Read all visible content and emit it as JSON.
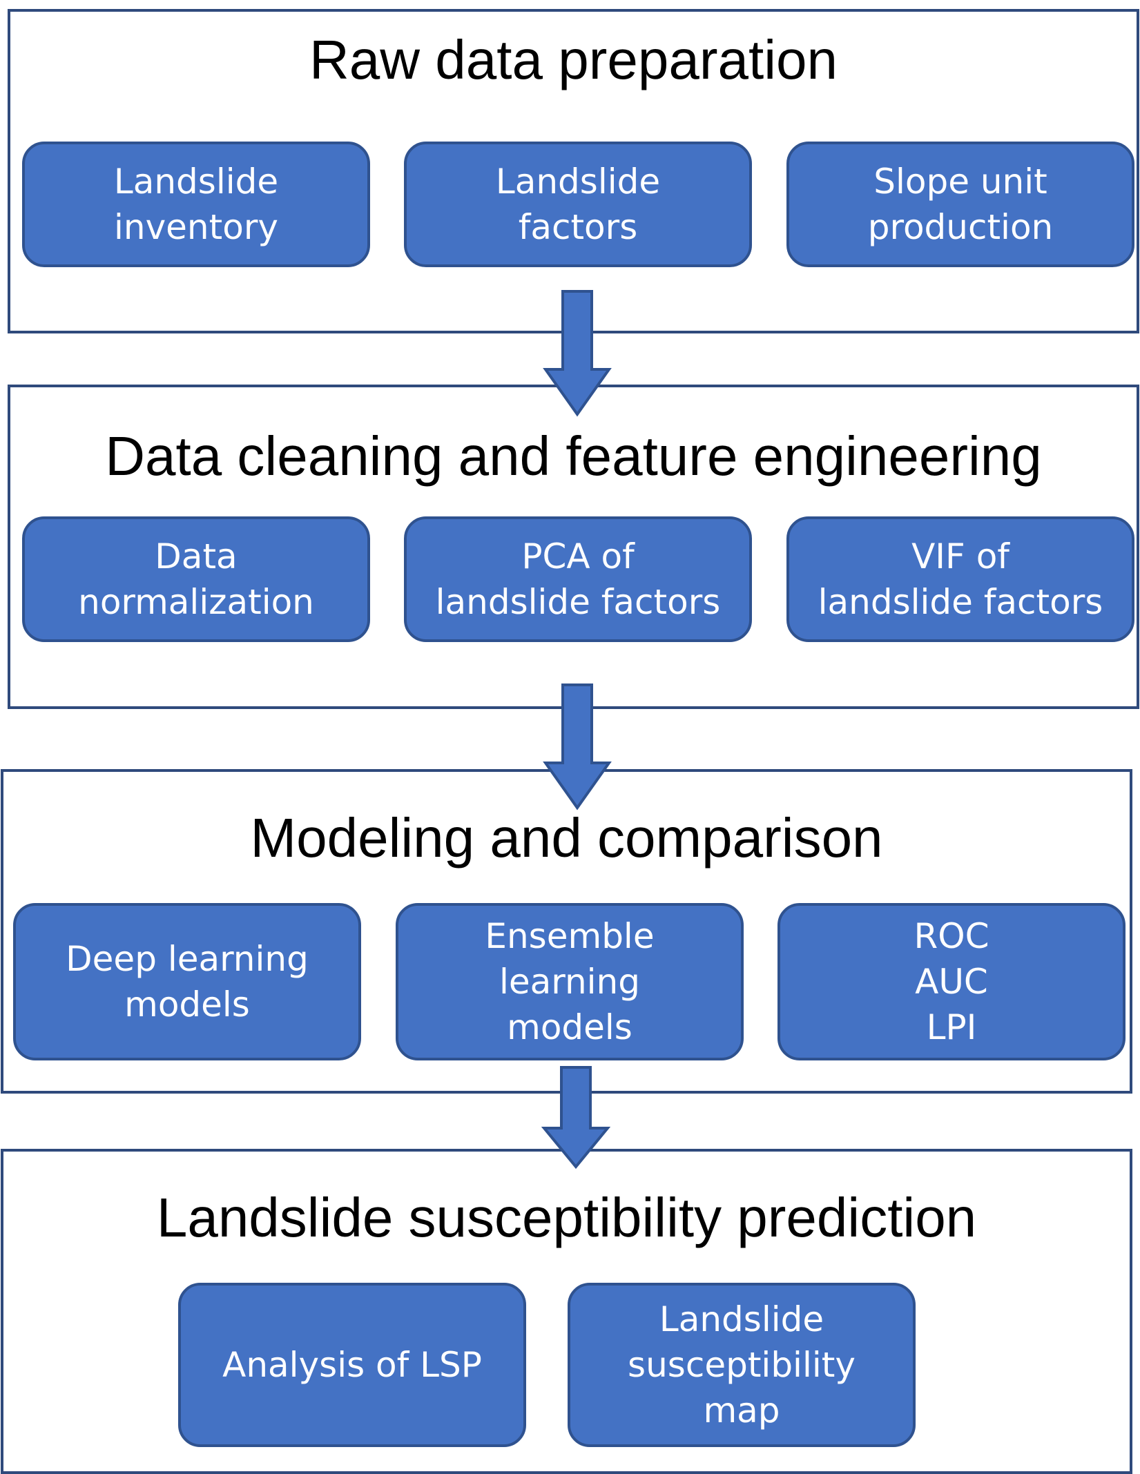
{
  "colors": {
    "box_fill": "#4472c4",
    "box_border": "#2f528f",
    "frame_border": "#2f4a7c",
    "arrow_fill": "#4472c4",
    "title_text": "#000000",
    "box_text": "#ffffff"
  },
  "sections": [
    {
      "title": "Raw data preparation",
      "boxes": [
        "Landslide\ninventory",
        "Landslide\nfactors",
        "Slope unit\nproduction"
      ]
    },
    {
      "title": "Data cleaning and feature engineering",
      "boxes": [
        "Data\nnormalization",
        "PCA of\nlandslide factors",
        "VIF of\nlandslide factors"
      ]
    },
    {
      "title": "Modeling and comparison",
      "boxes": [
        "Deep learning\nmodels",
        "Ensemble\nlearning\nmodels",
        "ROC\nAUC\nLPI"
      ]
    },
    {
      "title": "Landslide susceptibility prediction",
      "boxes": [
        "Analysis of LSP",
        "Landslide\nsusceptibility\nmap"
      ]
    }
  ]
}
